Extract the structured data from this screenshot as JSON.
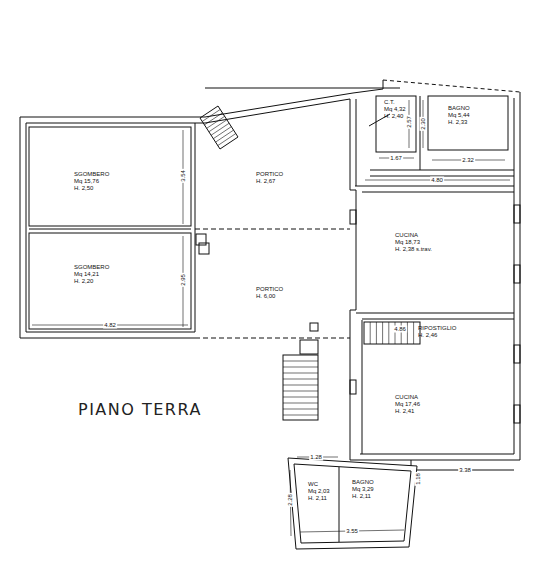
{
  "diagram": {
    "title": "PIANO TERRA",
    "nodes": [
      {
        "text": [
          "SGOMBERO",
          "Mq 15,76",
          "H. 2,50"
        ]
      },
      {
        "text": [
          "PORTICO",
          "H. 2,67"
        ]
      },
      {
        "text": [
          "SGOMBERO",
          "Mq 14,21",
          "H. 2,20"
        ]
      },
      {
        "text": [
          "PORTICO",
          "H. 6,00"
        ]
      },
      {
        "text": [
          "C.T.",
          "Mq 4,32",
          "H. 2,40"
        ]
      },
      {
        "text": [
          "BAGNO",
          "Mq 5,44",
          "H. 2,33"
        ]
      },
      {
        "text": [
          "CUCINA",
          "Mq 18,73",
          "H. 2,38 s.trav."
        ]
      },
      {
        "text": [
          "RIPOSTIGLIO",
          "H. 2,46"
        ]
      },
      {
        "text": [
          "CUCINA",
          "Mq 17,46",
          "H. 2,41"
        ]
      },
      {
        "text": [
          "WC",
          "Mq 2,03",
          "H. 2,11"
        ]
      },
      {
        "text": [
          "BAGNO",
          "Mq 3,29",
          "H. 2,11"
        ]
      }
    ],
    "edges": [],
    "labels": [
      "3.54",
      "2.95",
      "4.82",
      "2.57",
      "2.30",
      "1.67",
      "2.32",
      "4.80",
      "4.86",
      "1.28",
      "3.38",
      "1.18",
      "2.28",
      "3.55"
    ]
  }
}
